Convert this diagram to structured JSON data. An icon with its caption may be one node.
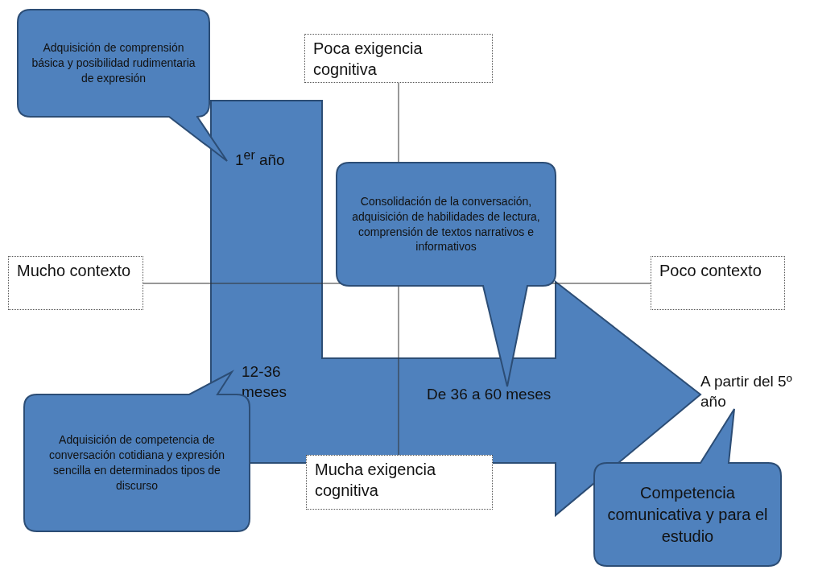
{
  "diagram": {
    "nodes": [
      {
        "text": [
          "Adquisición de comprensión básica y posibilidad rudimentaria de expresión"
        ]
      },
      {
        "text": [
          "Poca exigencia cognitiva"
        ]
      },
      {
        "text": [
          "1$^{er}$ año",
          "12-36 meses",
          "De 36 a 60 meses"
        ],
        "beside": [
          "A partir del 5º año"
        ]
      },
      {
        "text": [
          "Consolidación de la conversación, adquisición de habilidades de lectura, comprensión de textos narrativos e informativos"
        ]
      },
      {
        "text": [
          "Mucho contexto"
        ]
      },
      {
        "text": [
          "Poco contexto"
        ]
      },
      {
        "text": [
          "Adquisición de competencia de conversación cotidiana y expresión sencilla en determinados tipos de discurso"
        ]
      },
      {
        "text": [
          "Mucha exigencia cognitiva"
        ]
      },
      {
        "text": [
          "Competencia comunicativa y para el estudio"
        ]
      }
    ]
  }
}
